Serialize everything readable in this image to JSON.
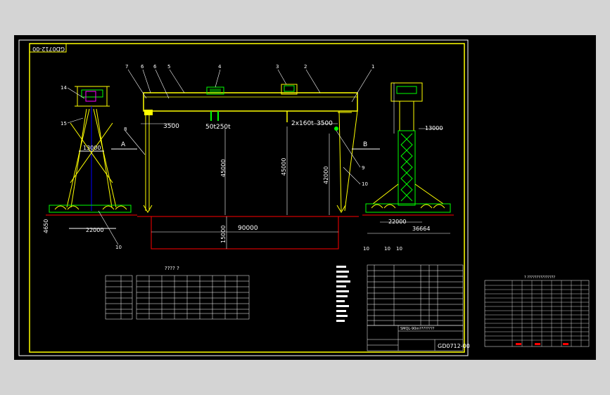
{
  "drawing": {
    "corner_code": "GD0712-00",
    "title_block_code": "GD0712-00",
    "title_block_name": "SMQL-90m????????",
    "table_title": "???? ?",
    "right_table_title": "? ???????????????"
  },
  "dimensions": {
    "left_offset": "3500",
    "hoist": "50t250t",
    "hoist2": "2x160t",
    "right_offset": "3500",
    "height1": "45000",
    "height2": "45000",
    "height3": "42000",
    "span": "90000",
    "underspan": "15000",
    "side_width_top": "13000",
    "side_base": "22000",
    "side_height": "4650",
    "end_width_top": "13000",
    "end_base1": "22000",
    "end_base2": "36664"
  },
  "callouts": {
    "c1": "1",
    "c2": "2",
    "c3": "3",
    "c4": "4",
    "c5": "5",
    "c6": "6",
    "c7": "7",
    "c8": "8",
    "c9": "9",
    "c10": "10",
    "c14": "14",
    "c15": "15",
    "sec_a": "A",
    "sec_b": "B",
    "c10b": "10",
    "c10c": "10",
    "c10d": "10",
    "c10e": "10"
  }
}
